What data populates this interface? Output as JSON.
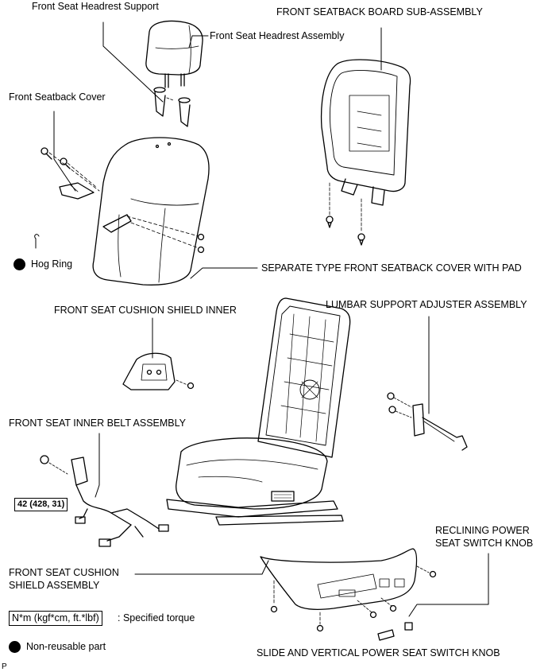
{
  "labels": {
    "headrest_support": "Front Seat Headrest Support",
    "headrest_assembly": "Front Seat Headrest Assembly",
    "seatback_board": "FRONT SEATBACK BOARD SUB-ASSEMBLY",
    "seatback_cover": "Front Seatback Cover",
    "hog_ring": "Hog Ring",
    "separate_cover": "SEPARATE TYPE FRONT SEATBACK COVER WITH PAD",
    "cushion_shield_inner": "FRONT SEAT CUSHION SHIELD INNER",
    "lumbar_adjuster": "LUMBAR SUPPORT ADJUSTER ASSEMBLY",
    "inner_belt": "FRONT SEAT INNER BELT ASSEMBLY",
    "torque_value": "42 (428, 31)",
    "reclining_knob_line1": "RECLINING POWER",
    "reclining_knob_line2": "SEAT SWITCH KNOB",
    "cushion_shield_line1": "FRONT SEAT CUSHION",
    "cushion_shield_line2": "SHIELD ASSEMBLY",
    "slide_vertical_knob": "SLIDE AND VERTICAL POWER SEAT SWITCH KNOB",
    "page_marker": "P"
  },
  "legend": {
    "torque_units": "N*m (kgf*cm, ft.*lbf)",
    "torque_desc": ": Specified torque",
    "nonreusable": "Non-reusable part"
  }
}
